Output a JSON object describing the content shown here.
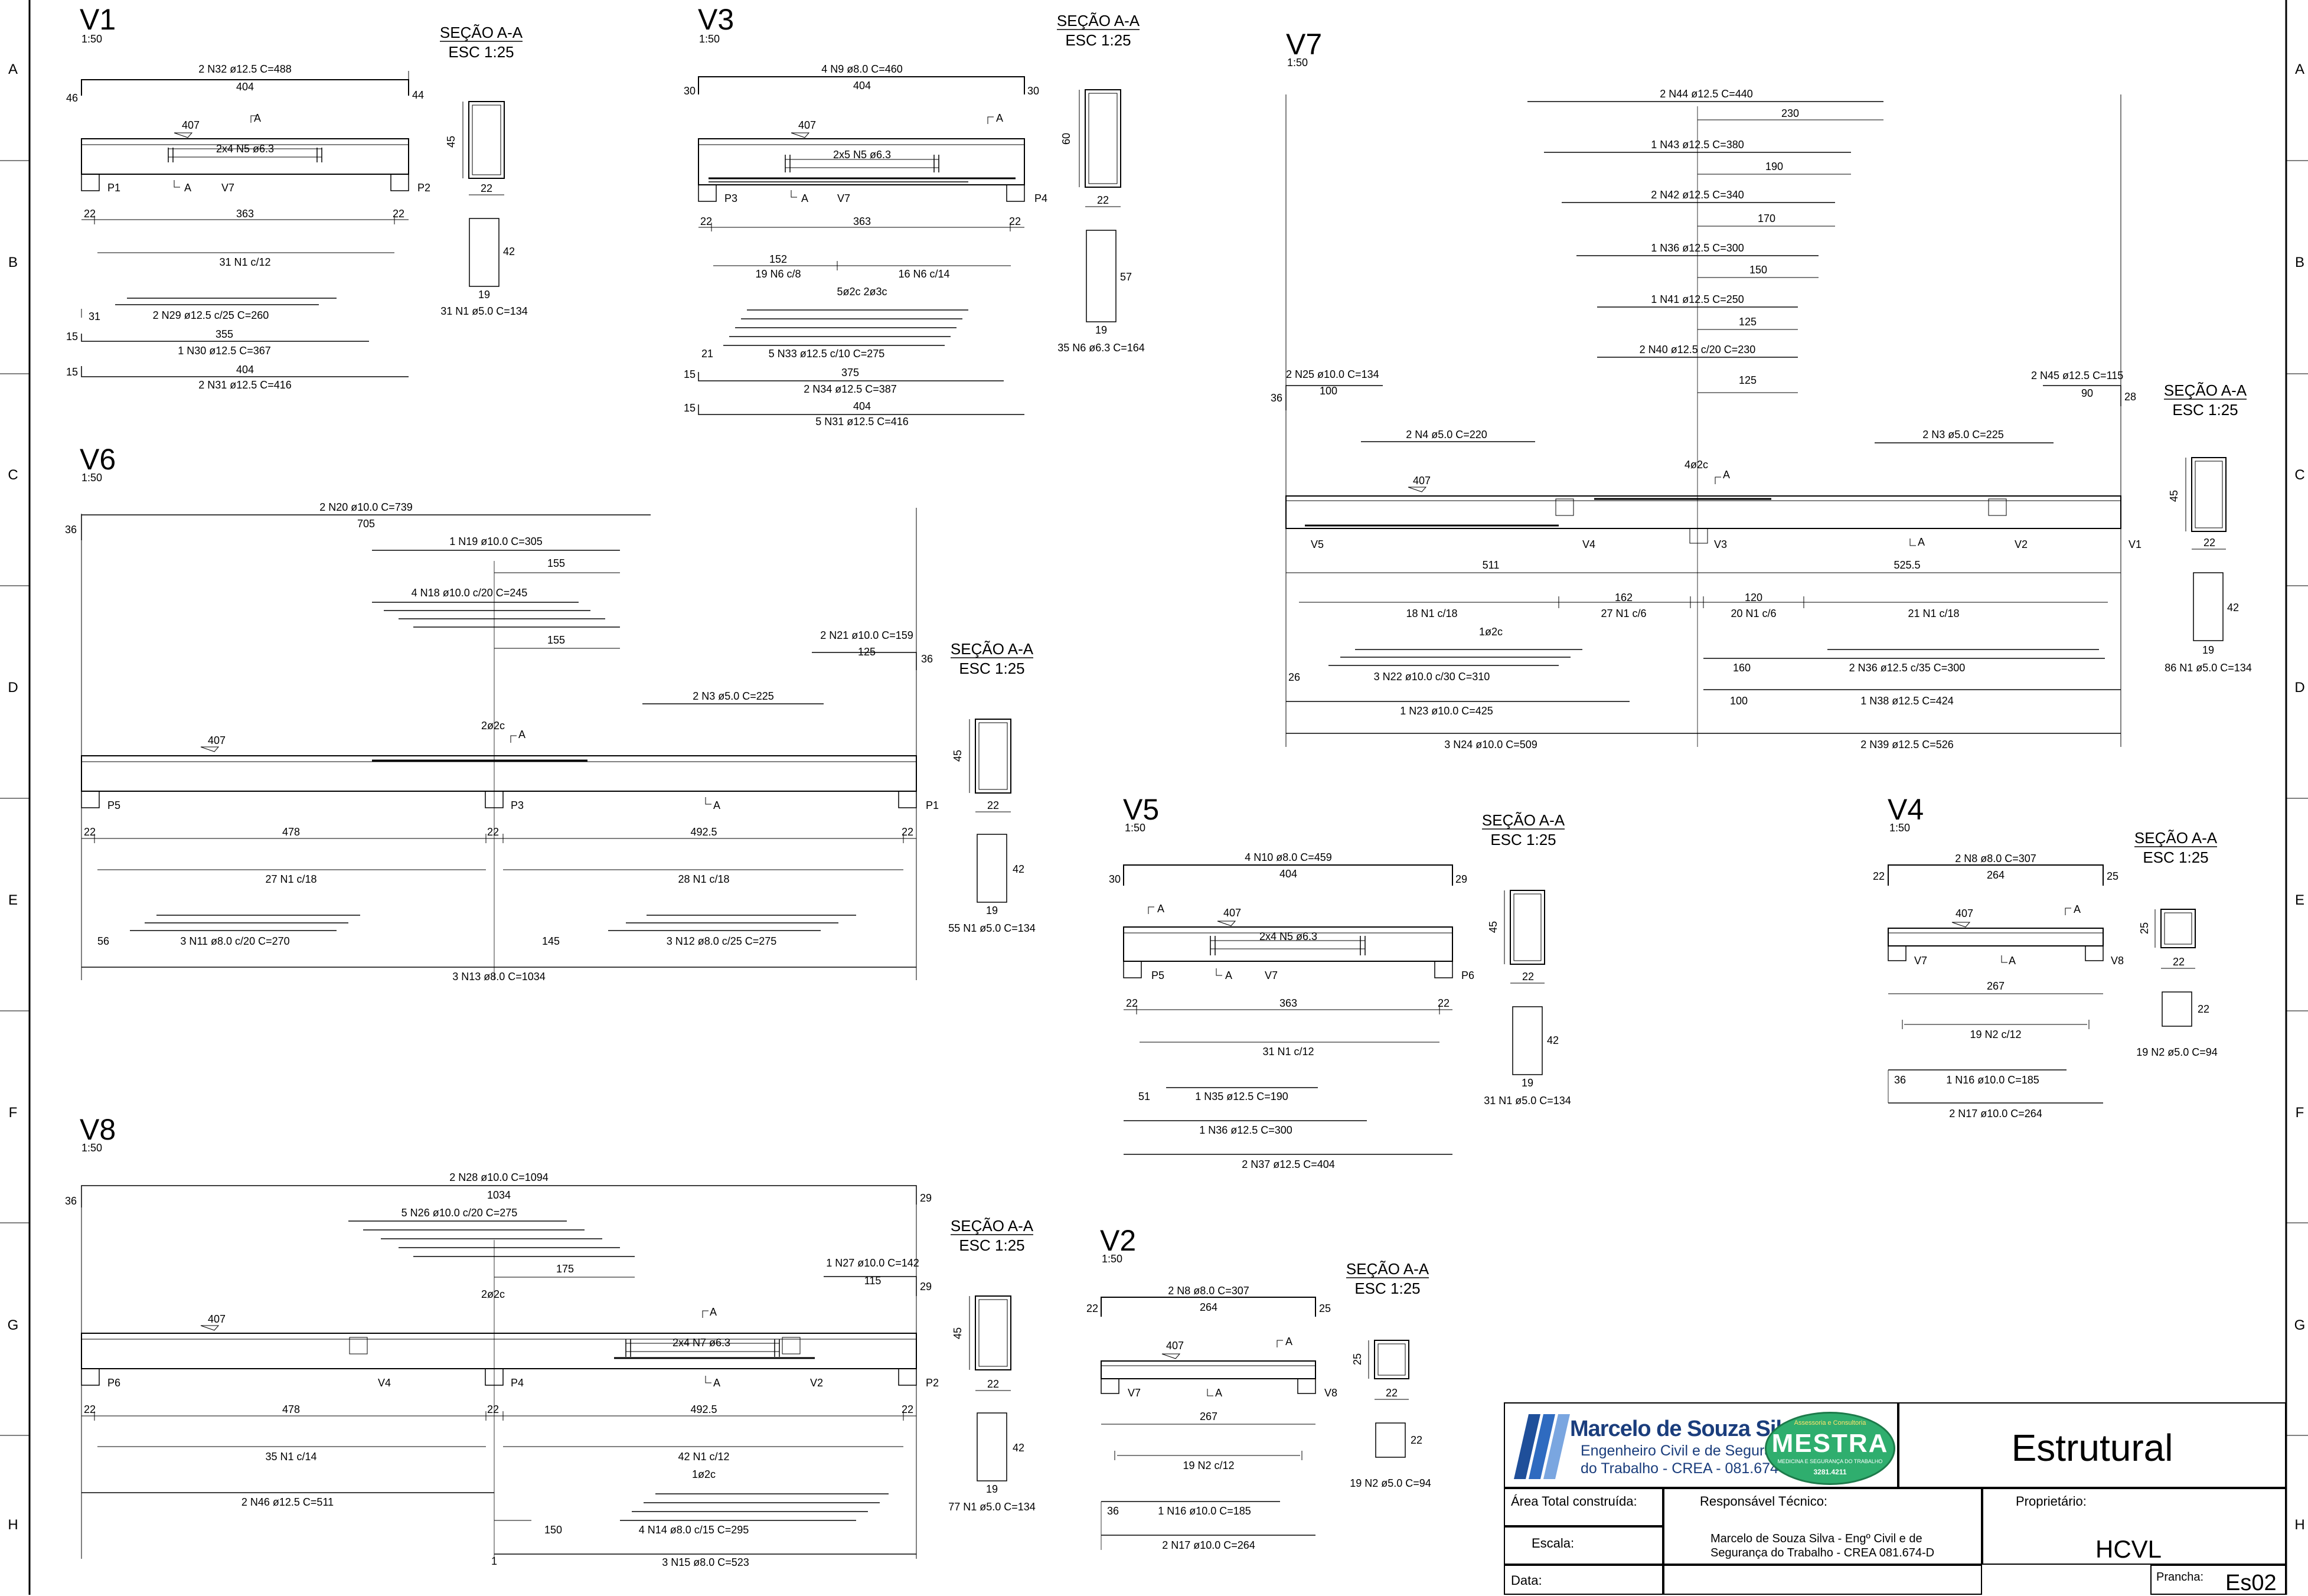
{
  "grid": {
    "rows_left": [
      "A",
      "B",
      "C",
      "D",
      "E",
      "F",
      "G",
      "H"
    ],
    "rows_right": [
      "A",
      "B",
      "C",
      "D",
      "E",
      "F",
      "G",
      "H"
    ]
  },
  "v1": {
    "title": "V1",
    "scale": "1:50",
    "section_title": "SEÇÃO A-A",
    "section_scale": "ESC 1:25",
    "top_bar": "2 N32 ø12.5  C=488",
    "top_len": "404",
    "hook_left": "46",
    "hook_right": "44",
    "level": "407",
    "cut_a": "A",
    "stirrups_label": "2x4 N5 ø6.3",
    "support_left": "P1",
    "support_right": "P2",
    "cross": "V7",
    "dim_left": "22",
    "dim_mid": "363",
    "dim_right": "22",
    "stirrup_spacing": "31 N1 c/12",
    "sec_height": "45",
    "sec_width": "22",
    "stirrup_h": "42",
    "stirrup_w": "19",
    "stirrup_label": "31 N1 ø5.0  C=134",
    "b1_off": "31",
    "b1": "2 N29 ø12.5 c/25  C=260",
    "b2_len": "355",
    "b2_off": "15",
    "b2": "1 N30 ø12.5  C=367",
    "b3_len": "404",
    "b3_off": "15",
    "b3": "2 N31 ø12.5  C=416"
  },
  "v3": {
    "title": "V3",
    "scale": "1:50",
    "section_title": "SEÇÃO A-A",
    "section_scale": "ESC 1:25",
    "top_bar": "4 N9 ø8.0  C=460",
    "top_len": "404",
    "hook_left": "30",
    "hook_right": "30",
    "level": "407",
    "cut_a": "A",
    "stirrups_label": "2x5 N5 ø6.3",
    "support_left": "P3",
    "support_right": "P4",
    "cross": "V7",
    "dim_left": "22",
    "dim_mid": "363",
    "dim_right": "22",
    "sp_len": "152",
    "sp_left": "19 N6 c/8",
    "sp_right": "16 N6 c/14",
    "bars_note": "5ø2c 2ø3c",
    "sec_height": "60",
    "sec_width": "22",
    "stirrup_h": "57",
    "stirrup_w": "19",
    "stirrup_label": "35 N6 ø6.3  C=164",
    "b1_off": "21",
    "b1": "5 N33 ø12.5 c/10  C=275",
    "b2_len": "375",
    "b2_off": "15",
    "b2": "2 N34 ø12.5  C=387",
    "b3_len": "404",
    "b3_off": "15",
    "b3": "5 N31 ø12.5  C=416"
  },
  "v7": {
    "title": "V7",
    "scale": "1:50",
    "section_title": "SEÇÃO A-A",
    "section_scale": "ESC 1:25",
    "neg_bars": [
      {
        "label": "2 N44 ø12.5  C=440",
        "len": "230"
      },
      {
        "label": "1 N43 ø12.5  C=380",
        "len": "190"
      },
      {
        "label": "2 N42 ø12.5  C=340",
        "len": "170"
      },
      {
        "label": "1 N36 ø12.5  C=300",
        "len": "150"
      },
      {
        "label": "1 N41 ø12.5  C=250",
        "len": "125"
      },
      {
        "label": "2 N40 ø12.5 c/20  C=230",
        "len": "125"
      }
    ],
    "left_top": "2 N25 ø10.0  C=134",
    "left_len": "100",
    "left_hook": "36",
    "right_top": "2 N45 ø12.5  C=115",
    "right_len": "90",
    "right_hook": "28",
    "mid_left": "2 N4 ø5.0  C=220",
    "mid_right": "2 N3 ø5.0  C=225",
    "top_note": "4ø2c",
    "level": "407",
    "cut_a": "A",
    "supports": [
      "V5",
      "V4",
      "V3",
      "V2",
      "V1"
    ],
    "cut_a2": "A",
    "span_left": "511",
    "span_right": "525.5",
    "st_a": "18 N1 c/18",
    "st_b_len": "162",
    "st_b": "27 N1 c/6",
    "st_c_len": "120",
    "st_c": "20 N1 c/6",
    "st_d": "21 N1 c/18",
    "bot_note": "1ø2c",
    "b1_off": "26",
    "b1": "3 N22 ø10.0 c/30  C=310",
    "b2": "1 N23 ø10.0  C=425",
    "b3": "3 N24 ø10.0  C=509",
    "r1_off": "160",
    "r1": "2 N36 ø12.5 c/35  C=300",
    "r2_off": "100",
    "r2": "1 N38 ø12.5  C=424",
    "r3": "2 N39 ø12.5  C=526",
    "sec_height": "45",
    "sec_width": "22",
    "stirrup_h": "42",
    "stirrup_w": "19",
    "stirrup_label": "86 N1 ø5.0  C=134"
  },
  "v6": {
    "title": "V6",
    "scale": "1:50",
    "section_title": "SEÇÃO A-A",
    "section_scale": "ESC 1:25",
    "top_bar": "2 N20 ø10.0  C=739",
    "top_len": "705",
    "hook_left": "36",
    "n19": "1 N19 ø10.0  C=305",
    "n19_len": "155",
    "n18": "4 N18 ø10.0 c/20  C=245",
    "n18_len": "155",
    "n21": "2 N21 ø10.0  C=159",
    "n21_len": "125",
    "n21_hook": "36",
    "n3": "2 N3 ø5.0  C=225",
    "top_note": "2ø2c",
    "level": "407",
    "cut_a": "A",
    "supports": [
      "P5",
      "P3",
      "P1"
    ],
    "cut_a2": "A",
    "dim_a": "22",
    "dim_b": "478",
    "dim_c": "22",
    "dim_d": "492.5",
    "dim_e": "22",
    "st_left": "27 N1 c/18",
    "st_right": "28 N1 c/18",
    "b1_off": "56",
    "b1": "3 N11 ø8.0 c/20  C=270",
    "b2_off": "145",
    "b2": "3 N12 ø8.0 c/25  C=275",
    "b3": "3 N13 ø8.0  C=1034",
    "sec_height": "45",
    "sec_width": "22",
    "stirrup_h": "42",
    "stirrup_w": "19",
    "stirrup_label": "55 N1 ø5.0  C=134"
  },
  "v5": {
    "title": "V5",
    "scale": "1:50",
    "section_title": "SEÇÃO A-A",
    "section_scale": "ESC 1:25",
    "top_bar": "4 N10 ø8.0  C=459",
    "top_len": "404",
    "hook_left": "30",
    "hook_right": "29",
    "level": "407",
    "cut_a": "A",
    "stirrups_label": "2x4 N5 ø6.3",
    "support_left": "P5",
    "support_right": "P6",
    "cross": "V7",
    "cut_a2": "A",
    "dim_left": "22",
    "dim_mid": "363",
    "dim_right": "22",
    "stirrup_spacing": "31 N1 c/12",
    "b1_off": "51",
    "b1": "1 N35 ø12.5  C=190",
    "b2": "1 N36 ø12.5  C=300",
    "b3": "2 N37 ø12.5  C=404",
    "sec_height": "45",
    "sec_width": "22",
    "stirrup_h": "42",
    "stirrup_w": "19",
    "stirrup_label": "31 N1 ø5.0  C=134"
  },
  "v4": {
    "title": "V4",
    "scale": "1:50",
    "section_title": "SEÇÃO A-A",
    "section_scale": "ESC 1:25",
    "top_bar": "2 N8 ø8.0  C=307",
    "top_len": "264",
    "hook_left": "22",
    "hook_right": "25",
    "level": "407",
    "cut_a": "A",
    "cut_a2": "A",
    "support_left": "V7",
    "support_right": "V8",
    "span": "267",
    "stirrup_spacing": "19 N2 c/12",
    "b1_off": "36",
    "b1": "1 N16 ø10.0  C=185",
    "b2": "2 N17 ø10.0  C=264",
    "sec_height": "25",
    "sec_width": "22",
    "stirrup_h": "22",
    "stirrup_label": "19 N2 ø5.0  C=94"
  },
  "v8": {
    "title": "V8",
    "scale": "1:50",
    "section_title": "SEÇÃO A-A",
    "section_scale": "ESC 1:25",
    "top_bar": "2 N28 ø10.0  C=1094",
    "top_len": "1034",
    "hook_left": "36",
    "hook_right": "29",
    "n26": "5 N26 ø10.0 c/20  C=275",
    "n26_len": "175",
    "top_note": "2ø2c",
    "n27": "1 N27 ø10.0  C=142",
    "n27_len": "115",
    "n27_hook": "29",
    "level": "407",
    "cut_a": "A",
    "cut_a2": "A",
    "stirrups_label": "2x4 N7 ø6.3",
    "supports": [
      "P6",
      "V4",
      "P4",
      "V2",
      "P2"
    ],
    "dim_a": "22",
    "dim_b": "478",
    "dim_c": "22",
    "dim_d": "492.5",
    "dim_e": "22",
    "st_left": "35 N1 c/14",
    "st_right": "42 N1 c/12",
    "bot_note": "1ø2c",
    "b_left": "2 N46 ø12.5  C=511",
    "b1_off": "150",
    "b1": "4 N14 ø8.0 c/15  C=295",
    "b2_off": "1",
    "b2": "3 N15 ø8.0  C=523",
    "sec_height": "45",
    "sec_width": "22",
    "stirrup_h": "42",
    "stirrup_w": "19",
    "stirrup_label": "77 N1 ø5.0  C=134"
  },
  "v2": {
    "title": "V2",
    "scale": "1:50",
    "section_title": "SEÇÃO A-A",
    "section_scale": "ESC 1:25",
    "top_bar": "2 N8 ø8.0  C=307",
    "top_len": "264",
    "hook_left": "22",
    "hook_right": "25",
    "level": "407",
    "cut_a": "A",
    "cut_a2": "A",
    "support_left": "V7",
    "support_right": "V8",
    "span": "267",
    "stirrup_spacing": "19 N2 c/12",
    "b1_off": "36",
    "b1": "1 N16 ø10.0  C=185",
    "b2": "2 N17 ø10.0  C=264",
    "sec_height": "25",
    "sec_width": "22",
    "stirrup_h": "22",
    "stirrup_label": "19 N2 ø5.0  C=94"
  },
  "title_block": {
    "logo_name": "Marcelo de Souza Silva",
    "logo_line1": "Engenheiro Civil e de Segurança",
    "logo_line2": "do Trabalho - CREA - 081.674--D",
    "badge_top": "Assessoria e Consultoria",
    "badge_name": "MESTRA",
    "badge_sub": "MEDICINA E SEGURANÇA DO TRABALHO",
    "badge_phone": "3281.4211",
    "project_type": "Estrutural",
    "area_label": "Área Total construída:",
    "scale_label": "Escala:",
    "date_label": "Data:",
    "resp_label": "Responsável Técnico:",
    "resp_value": "Marcelo de Souza Silva - Engº Civil e de Segurança do Trabalho - CREA 081.674-D",
    "owner_label": "Proprietário:",
    "owner_value": "HCVL",
    "sheet_label": "Prancha:",
    "sheet_value": "Es02"
  }
}
